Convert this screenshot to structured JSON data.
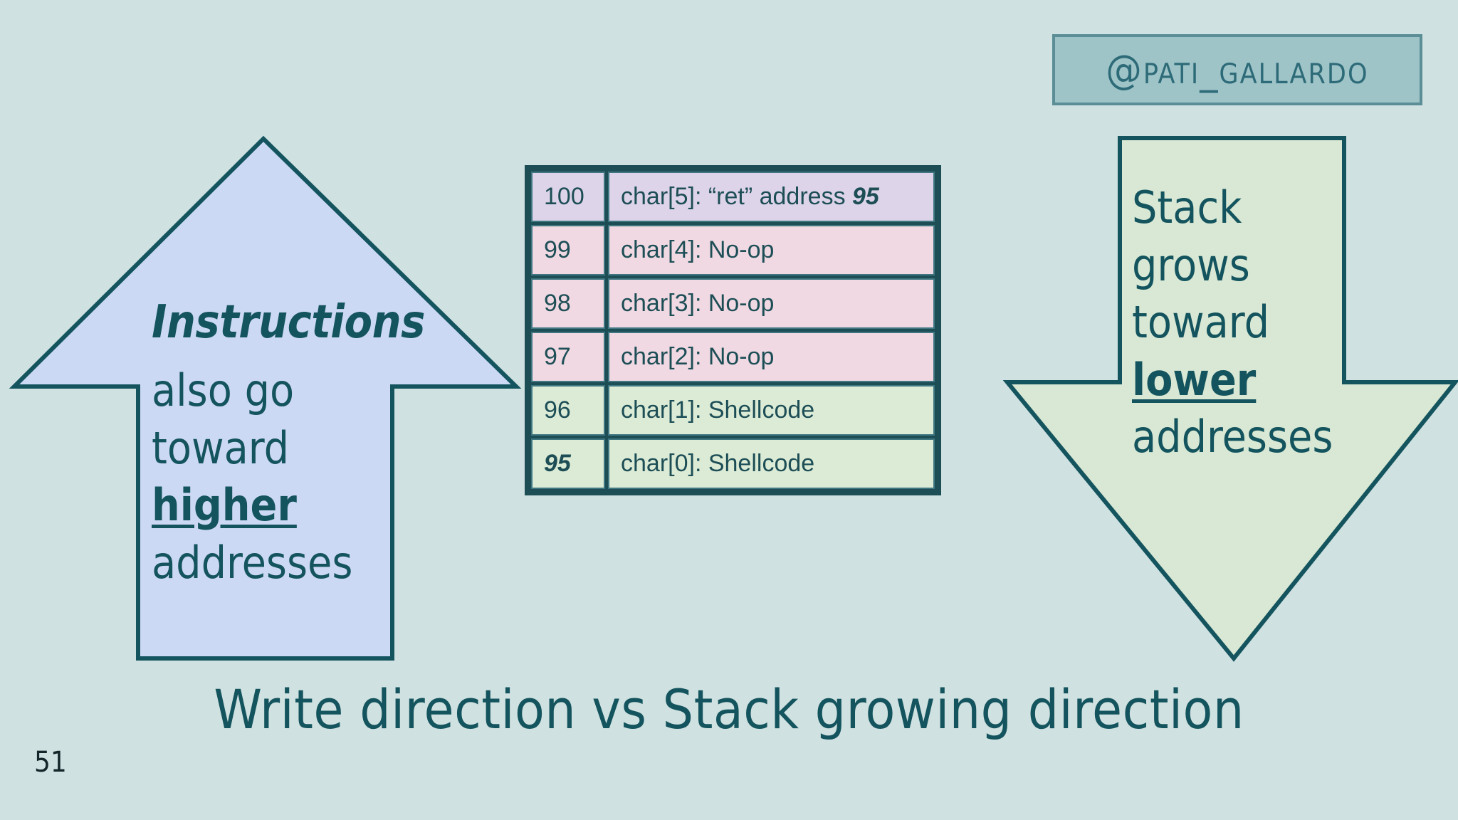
{
  "slide": {
    "page_number": "51",
    "caption": "Write direction vs Stack growing direction",
    "background_color": "#cfe1e0",
    "ink_color": "#14545e"
  },
  "handle_badge": {
    "text": "@pati_gallardo",
    "fill_color": "#9ec4c8",
    "border_color": "#5c8e97"
  },
  "arrow_up": {
    "name": "instructions-arrow",
    "direction": "up",
    "fill_color": "#ccd9f5",
    "stroke_color": "#14545e",
    "lines": {
      "emphasis": "Instructions",
      "line1": "also go",
      "line2": "toward",
      "underlined": "higher",
      "line3": "addresses"
    }
  },
  "arrow_down": {
    "name": "stack-growth-arrow",
    "direction": "down",
    "fill_color": "#d8e8d4",
    "stroke_color": "#14545e",
    "lines": {
      "line0": "Stack",
      "line1": "grows",
      "line2": "toward",
      "underlined": "lower",
      "line3": "addresses"
    }
  },
  "memory_table": {
    "border_color": "#1d4e56",
    "colors": {
      "ret": "#ded4ea",
      "noop": "#f0d9e2",
      "shellcode": "#dcebd6"
    },
    "rows": [
      {
        "address": "100",
        "address_emphasis": false,
        "label_prefix": "char[5]: “ret” address ",
        "label_emphasis": "95",
        "kind": "ret"
      },
      {
        "address": "99",
        "address_emphasis": false,
        "label_prefix": "char[4]: No-op",
        "label_emphasis": "",
        "kind": "noop"
      },
      {
        "address": "98",
        "address_emphasis": false,
        "label_prefix": "char[3]: No-op",
        "label_emphasis": "",
        "kind": "noop"
      },
      {
        "address": "97",
        "address_emphasis": false,
        "label_prefix": "char[2]: No-op",
        "label_emphasis": "",
        "kind": "noop"
      },
      {
        "address": "96",
        "address_emphasis": false,
        "label_prefix": "char[1]: Shellcode",
        "label_emphasis": "",
        "kind": "shellcode"
      },
      {
        "address": "95",
        "address_emphasis": true,
        "label_prefix": "char[0]: Shellcode",
        "label_emphasis": "",
        "kind": "shellcode"
      }
    ]
  }
}
